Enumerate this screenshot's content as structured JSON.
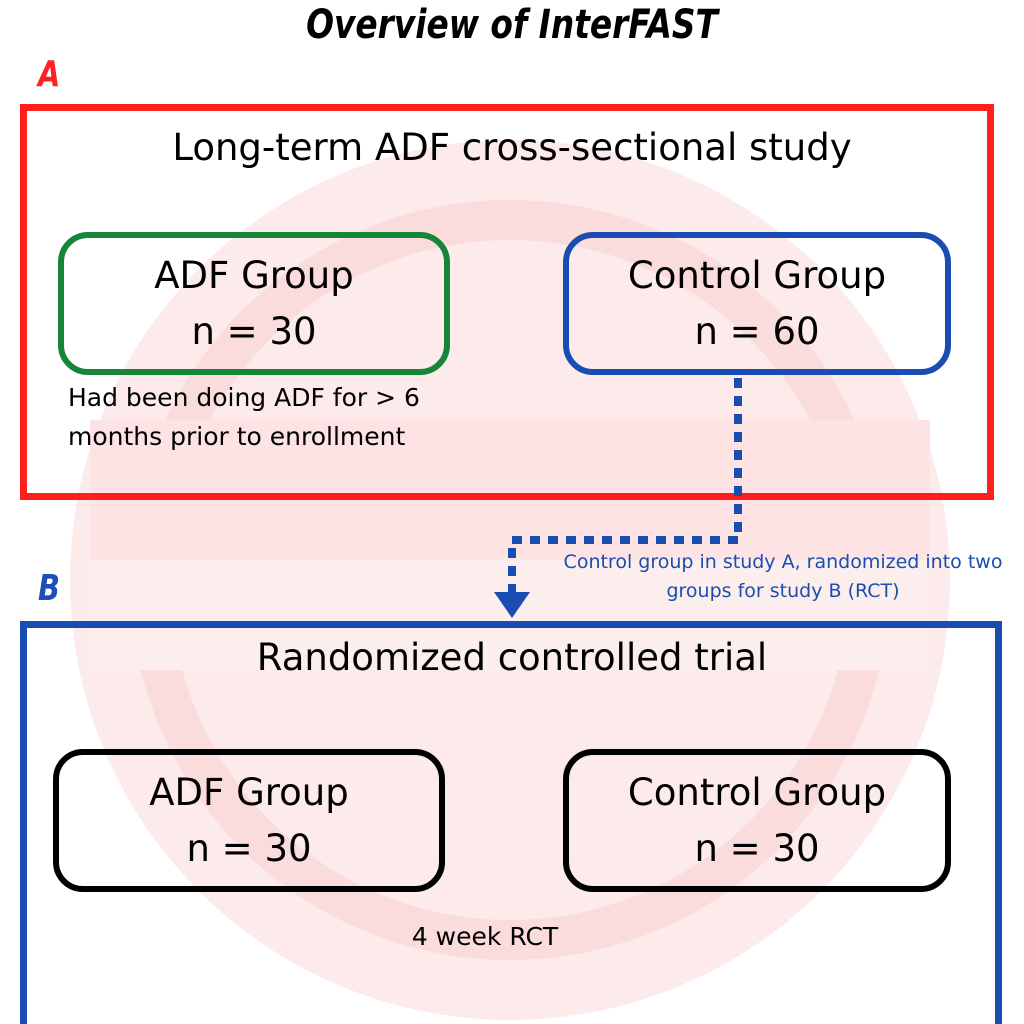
{
  "title": "Overview of InterFAST",
  "sections": {
    "a": {
      "letter": "A",
      "heading": "Long-term ADF cross-sectional study",
      "adf_group": {
        "name": "ADF Group",
        "count": "n = 30"
      },
      "control_group": {
        "name": "Control Group",
        "count": "n = 60"
      },
      "note": "Had been doing ADF for > 6 months prior to enrollment"
    },
    "b": {
      "letter": "B",
      "heading": "Randomized controlled trial",
      "adf_group": {
        "name": "ADF Group",
        "count": "n = 30"
      },
      "control_group": {
        "name": "Control Group",
        "count": "n = 30"
      },
      "note": "4 week RCT"
    }
  },
  "connector_note": "Control group in study A, randomized into two groups for study B (RCT)",
  "colors": {
    "study_a": "#ff1f1f",
    "study_b": "#1a4db2",
    "adf_group_a": "#16853a",
    "control_group_a": "#1a4db2",
    "watermark": "#fde6e6"
  }
}
